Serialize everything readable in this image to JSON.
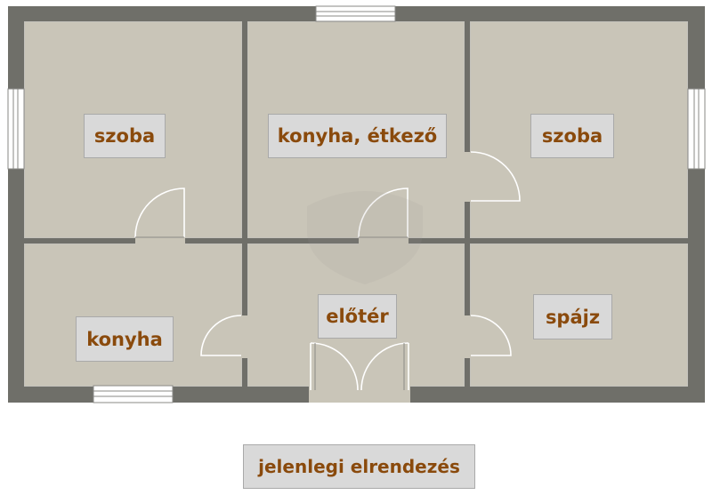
{
  "rooms": {
    "bedroom_left": "szoba",
    "kitchen_dining": "konyha, étkező",
    "bedroom_right": "szoba",
    "kitchen": "konyha",
    "hallway": "előtér",
    "pantry": "spájz"
  },
  "caption": "jelenlegi elrendezés",
  "colors": {
    "wall": "#6f6f69",
    "floor": "#c9c5b8",
    "label_background": "#d9d9d9",
    "label_text": "#8a4a0c"
  }
}
